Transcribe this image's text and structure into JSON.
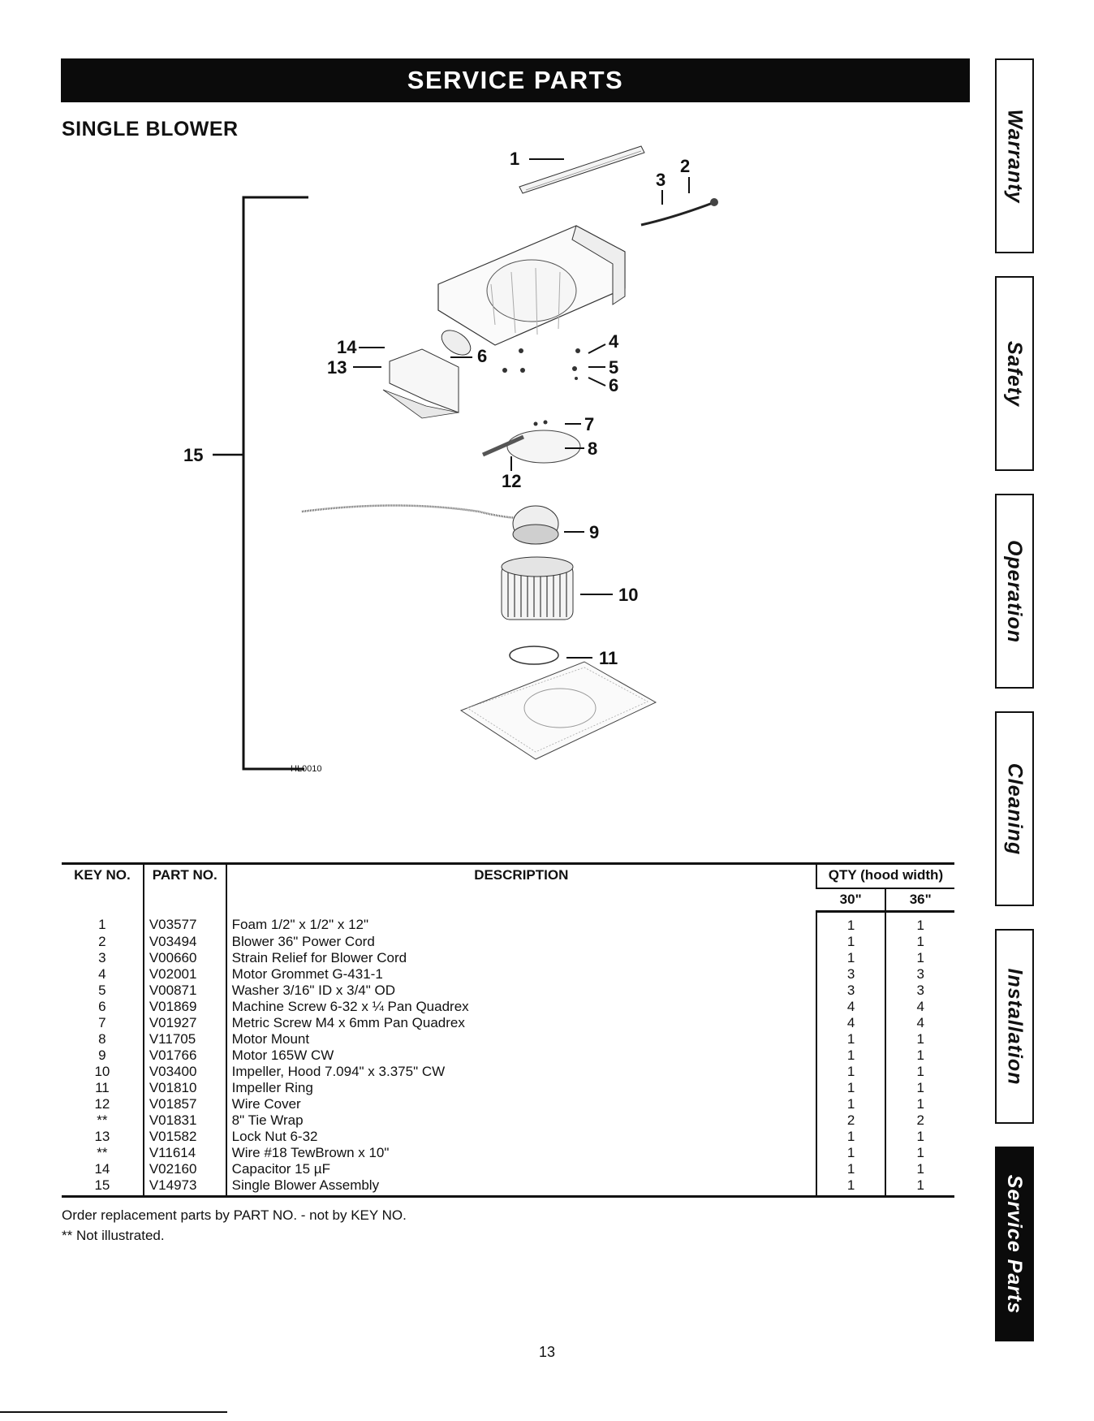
{
  "header": {
    "banner": "SERVICE PARTS",
    "section_title": "SINGLE BLOWER"
  },
  "tabs": [
    {
      "label": "Warranty",
      "active": false
    },
    {
      "label": "Safety",
      "active": false
    },
    {
      "label": "Operation",
      "active": false
    },
    {
      "label": "Cleaning",
      "active": false
    },
    {
      "label": "Installation",
      "active": false
    },
    {
      "label": "Service Parts",
      "active": true
    }
  ],
  "diagram": {
    "callouts": [
      "1",
      "2",
      "3",
      "4",
      "5",
      "6",
      "6",
      "7",
      "8",
      "9",
      "10",
      "11",
      "12",
      "13",
      "14",
      "15"
    ],
    "figure_code": "HL0010"
  },
  "table": {
    "headers": {
      "key": "KEY NO.",
      "part": "PART NO.",
      "desc": "DESCRIPTION",
      "qty": "QTY (hood width)",
      "q30": "30\"",
      "q36": "36\""
    },
    "rows": [
      [
        "1",
        "V03577",
        "Foam 1/2\" x 1/2\" x 12\"",
        "1",
        "1"
      ],
      [
        "2",
        "V03494",
        "Blower 36\" Power Cord",
        "1",
        "1"
      ],
      [
        "3",
        "V00660",
        "Strain Relief for Blower Cord",
        "1",
        "1"
      ],
      [
        "4",
        "V02001",
        "Motor Grommet G-431-1",
        "3",
        "3"
      ],
      [
        "5",
        "V00871",
        "Washer 3/16\" ID x 3/4\" OD",
        "3",
        "3"
      ],
      [
        "6",
        "V01869",
        "Machine Screw 6-32 x ¼ Pan Quadrex",
        "4",
        "4"
      ],
      [
        "7",
        "V01927",
        "Metric Screw M4 x 6mm Pan Quadrex",
        "4",
        "4"
      ],
      [
        "8",
        "V11705",
        "Motor Mount",
        "1",
        "1"
      ],
      [
        "9",
        "V01766",
        "Motor 165W CW",
        "1",
        "1"
      ],
      [
        "10",
        "V03400",
        "Impeller, Hood 7.094\" x 3.375\" CW",
        "1",
        "1"
      ],
      [
        "11",
        "V01810",
        "Impeller Ring",
        "1",
        "1"
      ],
      [
        "12",
        "V01857",
        "Wire Cover",
        "1",
        "1"
      ],
      [
        "**",
        "V01831",
        "8\" Tie Wrap",
        "2",
        "2"
      ],
      [
        "13",
        "V01582",
        "Lock Nut 6-32",
        "1",
        "1"
      ],
      [
        "**",
        "V11614",
        "Wire #18 TewBrown x 10\"",
        "1",
        "1"
      ],
      [
        "14",
        "V02160",
        "Capacitor 15 µF",
        "1",
        "1"
      ],
      [
        "15",
        "V14973",
        "Single Blower Assembly",
        "1",
        "1"
      ]
    ]
  },
  "notes": {
    "order": "Order replacement parts by PART NO. - not by KEY NO.",
    "not_illustrated": "** Not illustrated."
  },
  "page_number": "13"
}
